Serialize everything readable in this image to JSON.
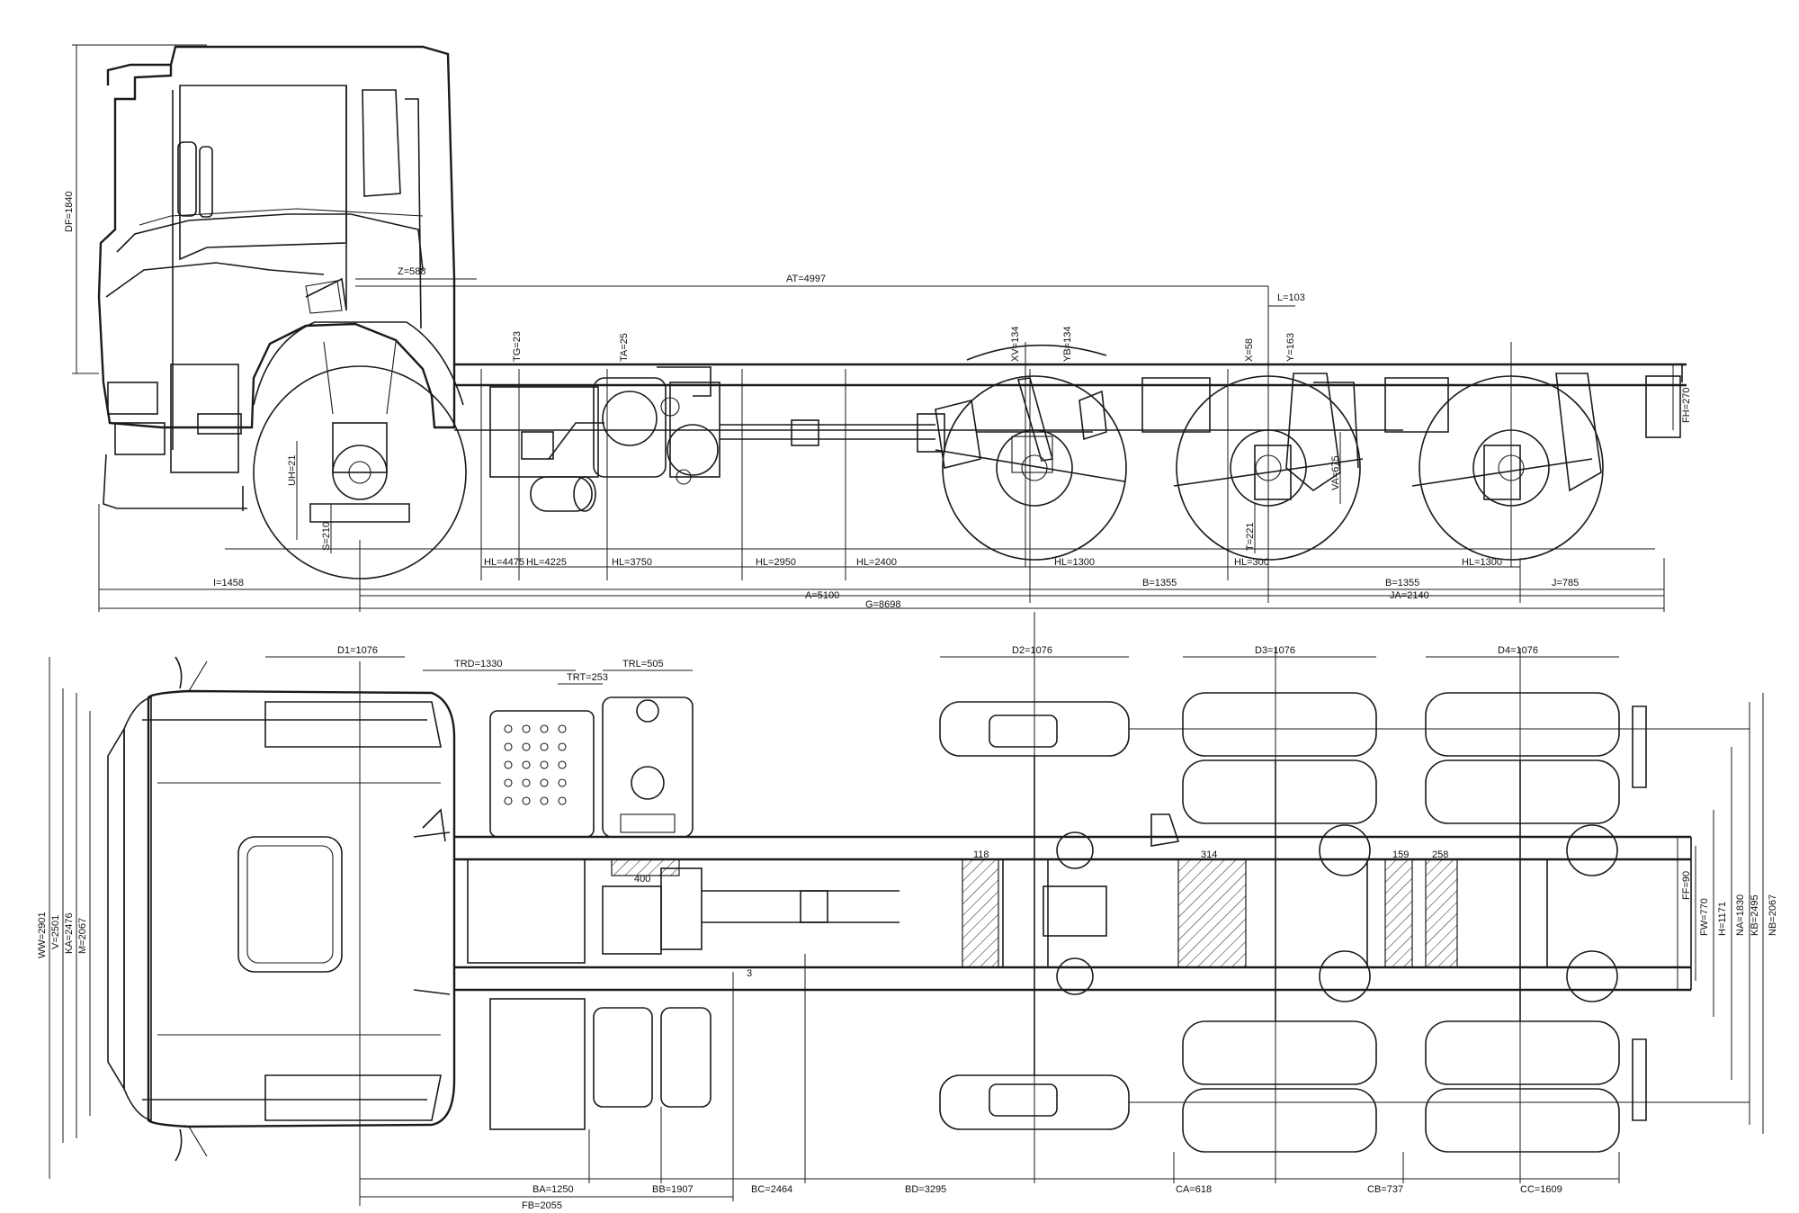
{
  "side_view": {
    "dimensions": [
      {
        "id": "DF",
        "text": "DF=1840"
      },
      {
        "id": "Z",
        "text": "Z=588"
      },
      {
        "id": "AT",
        "text": "AT=4997"
      },
      {
        "id": "L",
        "text": "L=103"
      },
      {
        "id": "TG",
        "text": "TG=23"
      },
      {
        "id": "TA",
        "text": "TA=25"
      },
      {
        "id": "XV",
        "text": "XV=134"
      },
      {
        "id": "YB",
        "text": "YB=134"
      },
      {
        "id": "X",
        "text": "X=58"
      },
      {
        "id": "Y",
        "text": "Y=163"
      },
      {
        "id": "FH",
        "text": "FH=270"
      },
      {
        "id": "UH",
        "text": "UH=21"
      },
      {
        "id": "S",
        "text": "S=210"
      },
      {
        "id": "T",
        "text": "T=221"
      },
      {
        "id": "VA",
        "text": "VA=675"
      },
      {
        "id": "HL4475",
        "text": "HL=4475"
      },
      {
        "id": "HL4225",
        "text": "HL=4225"
      },
      {
        "id": "HL3750",
        "text": "HL=3750"
      },
      {
        "id": "HL2950",
        "text": "HL=2950"
      },
      {
        "id": "HL2400",
        "text": "HL=2400"
      },
      {
        "id": "HL1300a",
        "text": "HL=1300"
      },
      {
        "id": "HL300",
        "text": "HL=300"
      },
      {
        "id": "HL1300b",
        "text": "HL=1300"
      },
      {
        "id": "I",
        "text": "I=1458"
      },
      {
        "id": "B1",
        "text": "B=1355"
      },
      {
        "id": "B2",
        "text": "B=1355"
      },
      {
        "id": "J",
        "text": "J=785"
      },
      {
        "id": "A",
        "text": "A=5100"
      },
      {
        "id": "JA",
        "text": "JA=2140"
      },
      {
        "id": "G",
        "text": "G=8698"
      }
    ]
  },
  "top_view": {
    "dimensions": [
      {
        "id": "D1",
        "text": "D1=1076"
      },
      {
        "id": "TRD",
        "text": "TRD=1330"
      },
      {
        "id": "TRL",
        "text": "TRL=505"
      },
      {
        "id": "TRT",
        "text": "TRT=253"
      },
      {
        "id": "D2",
        "text": "D2=1076"
      },
      {
        "id": "D3",
        "text": "D3=1076"
      },
      {
        "id": "D4",
        "text": "D4=1076"
      },
      {
        "id": "WW",
        "text": "WW=2901"
      },
      {
        "id": "V",
        "text": "V=2501"
      },
      {
        "id": "KA",
        "text": "KA=2476"
      },
      {
        "id": "M",
        "text": "M=2067"
      },
      {
        "id": "FF",
        "text": "FF=90"
      },
      {
        "id": "FW",
        "text": "FW=770"
      },
      {
        "id": "H",
        "text": "H=1171"
      },
      {
        "id": "NA",
        "text": "NA=1830"
      },
      {
        "id": "KB",
        "text": "KB=2495"
      },
      {
        "id": "NB",
        "text": "NB=2067"
      },
      {
        "id": "BA",
        "text": "BA=1250"
      },
      {
        "id": "BB",
        "text": "BB=1907"
      },
      {
        "id": "BC",
        "text": "BC=2464"
      },
      {
        "id": "BD",
        "text": "BD=3295"
      },
      {
        "id": "CA",
        "text": "CA=618"
      },
      {
        "id": "CB",
        "text": "CB=737"
      },
      {
        "id": "CC",
        "text": "CC=1609"
      },
      {
        "id": "FB",
        "text": "FB=2055"
      },
      {
        "id": "N400",
        "text": "400"
      },
      {
        "id": "N118",
        "text": "118"
      },
      {
        "id": "N314",
        "text": "314"
      },
      {
        "id": "N159",
        "text": "159"
      },
      {
        "id": "N258",
        "text": "258"
      },
      {
        "id": "N3",
        "text": "3"
      }
    ]
  }
}
